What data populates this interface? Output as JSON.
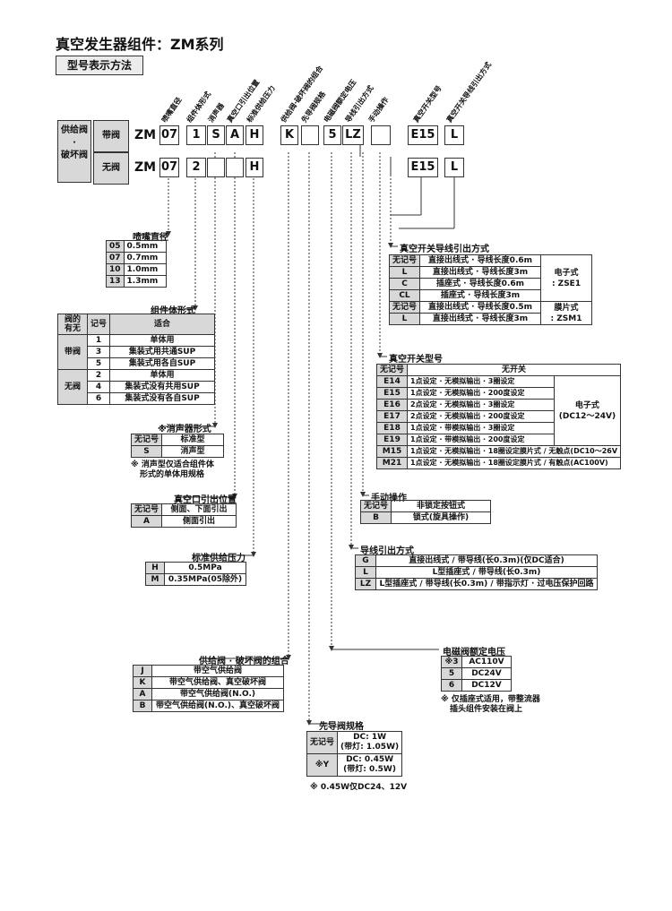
{
  "title": "真空发生器组件：ZM系列",
  "subtitle": "型号表示方法",
  "diagram": {
    "group_label": [
      "供给阀",
      "·",
      "破坏阀"
    ],
    "row1": {
      "side": "带阀",
      "prefix": "ZM",
      "c1": "07",
      "c2": "1",
      "c3": "S",
      "c4": "A",
      "c5": "H",
      "c6": "K",
      "c7": "",
      "c8": "5",
      "c9": "LZ",
      "c10": "",
      "c11": "E15",
      "c12": "L"
    },
    "row2": {
      "side": "无阀",
      "prefix": "ZM",
      "c1": "07",
      "c2": "2",
      "c5": "H",
      "c11": "E15",
      "c12": "L"
    },
    "vlabels": [
      "喷嘴直径",
      "组件体形式",
      "消声器",
      "真空口引出位置",
      "标准供给压力",
      "供给阀·破坏阀的组合",
      "先导阀规格",
      "电磁阀额定电压",
      "导线引出方式",
      "手动操作",
      "真空开关型号",
      "真空开关导线引出方式"
    ]
  },
  "nozzle": {
    "label": "喷嘴直径",
    "rows": [
      [
        "05",
        "0.5mm"
      ],
      [
        "07",
        "0.7mm"
      ],
      [
        "10",
        "1.0mm"
      ],
      [
        "13",
        "1.3mm"
      ]
    ]
  },
  "body": {
    "label": "组件体形式",
    "headers": [
      "阀的有无",
      "记号",
      "适合"
    ],
    "groups": [
      {
        "name": "带阀",
        "rows": [
          [
            "1",
            "单体用"
          ],
          [
            "3",
            "集装式用共通SUP"
          ],
          [
            "5",
            "集装式用各自SUP"
          ]
        ]
      },
      {
        "name": "无阀",
        "rows": [
          [
            "2",
            "单体用"
          ],
          [
            "4",
            "集装式没有共用SUP"
          ],
          [
            "6",
            "集装式没有各自SUP"
          ]
        ]
      }
    ]
  },
  "silencer": {
    "label": "※消声器形式",
    "rows": [
      [
        "无记号",
        "标准型"
      ],
      [
        "S",
        "消声型"
      ]
    ],
    "note": [
      "※ 消声型仅适合组件体",
      "形式的单体用规格"
    ]
  },
  "vacport": {
    "label": "真空口引出位置",
    "rows": [
      [
        "无记号",
        "侧面、下面引出"
      ],
      [
        "A",
        "侧面引出"
      ]
    ]
  },
  "pressure": {
    "label": "标准供给压力",
    "rows": [
      [
        "H",
        "0.5MPa"
      ],
      [
        "M",
        "0.35MPa(05除外)"
      ]
    ]
  },
  "valvecombo": {
    "label": "供给阀 · 破坏阀的组合",
    "rows": [
      [
        "J",
        "带空气供给阀"
      ],
      [
        "K",
        "带空气供给阀、真空破坏阀"
      ],
      [
        "A",
        "带空气供给阀(N.O.)"
      ],
      [
        "B",
        "带空气供给阀(N.O.)、真空破坏阀"
      ]
    ]
  },
  "pilot": {
    "label": "先导阀规格",
    "rows": [
      [
        "无记号",
        "DC: 1W",
        "(带灯: 1.05W)"
      ],
      [
        "※Y",
        "DC: 0.45W",
        "(带灯: 0.5W)"
      ]
    ],
    "note": "※ 0.45W仅DC24、12V"
  },
  "voltage": {
    "label": "电磁阀额定电压",
    "rows": [
      [
        "※3",
        "AC110V"
      ],
      [
        "5",
        "DC24V"
      ],
      [
        "6",
        "DC12V"
      ]
    ],
    "note": [
      "※ 仅插座式适用，带整流器",
      "插头组件安装在阀上"
    ]
  },
  "wiring": {
    "label": "导线引出方式",
    "rows": [
      [
        "G",
        "直接出线式 / 带导线(长0.3m)(仅DC适合)"
      ],
      [
        "L",
        "L型插座式 / 带导线(长0.3m)"
      ],
      [
        "LZ",
        "L型插座式 / 带导线(长0.3m) / 带指示灯 · 过电压保护回路"
      ]
    ]
  },
  "manual": {
    "label": "手动操作",
    "rows": [
      [
        "无记号",
        "非锁定按钮式"
      ],
      [
        "B",
        "锁式(旋具操作)"
      ]
    ]
  },
  "vswitch": {
    "label": "真空开关型号",
    "rows": [
      [
        "无记号",
        "无开关"
      ],
      [
        "E14",
        "1点设定 · 无模拟输出 · 3圈设定"
      ],
      [
        "E15",
        "1点设定 · 无模拟输出 · 200度设定"
      ],
      [
        "E16",
        "2点设定 · 无模拟输出 · 3圈设定"
      ],
      [
        "E17",
        "2点设定 · 无模拟输出 · 200度设定"
      ],
      [
        "E18",
        "1点设定 · 带模拟输出 · 3圈设定"
      ],
      [
        "E19",
        "1点设定 · 带模拟输出 · 200度设定"
      ],
      [
        "M15",
        "1点设定 · 无模拟输出 · 18圈设定膜片式 / 无触点(DC10～26V"
      ],
      [
        "M21",
        "1点设定 · 无模拟输出 · 18圈设定膜片式 / 有触点(AC100V)"
      ]
    ],
    "side": [
      "电子式",
      "(DC12～24V)"
    ]
  },
  "vswitchlead": {
    "label": "真空开关导线引出方式",
    "rows": [
      [
        "无记号",
        "直接出线式 · 导线长度0.6m"
      ],
      [
        "L",
        "直接出线式 · 导线长度3m"
      ],
      [
        "C",
        "插座式 · 导线长度0.6m"
      ],
      [
        "CL",
        "插座式 · 导线长度3m"
      ],
      [
        "无记号",
        "直接出线式 · 导线长度0.5m"
      ],
      [
        "L",
        "直接出线式 · 导线长度3m"
      ]
    ],
    "side1": [
      "电子式",
      ": ZSE1"
    ],
    "side2": [
      "膜片式",
      ": ZSM1"
    ]
  }
}
